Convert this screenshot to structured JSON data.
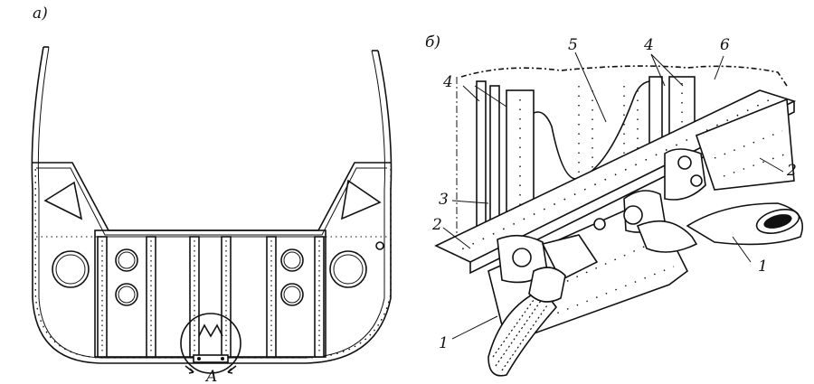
{
  "panel_a": {
    "label": "а)",
    "detail_label": "A"
  },
  "panel_b": {
    "label": "б)",
    "callouts": [
      "1",
      "1",
      "2",
      "2",
      "3",
      "4",
      "4",
      "5",
      "6"
    ]
  }
}
